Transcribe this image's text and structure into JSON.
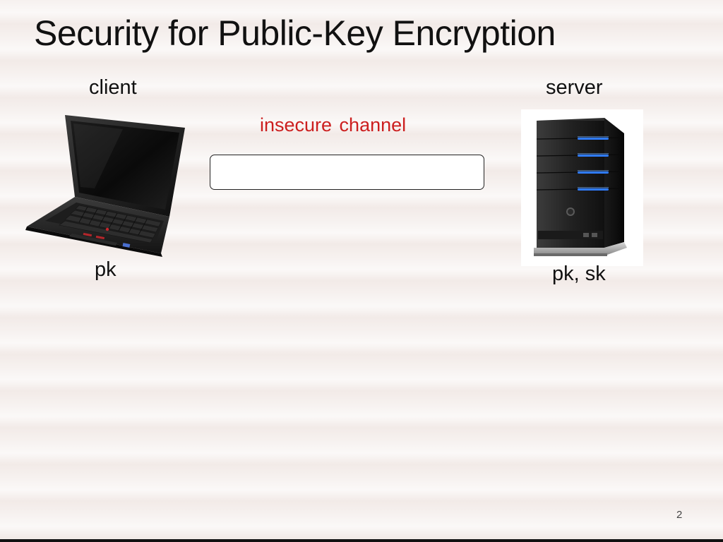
{
  "slide": {
    "title": "Security for Public-Key Encryption",
    "client_label": "client",
    "server_label": "server",
    "channel_label": "insecure channel",
    "client_key": "pk",
    "server_keys": "pk, sk",
    "page_number": "2"
  },
  "colors": {
    "channel_label": "#cc1f1f",
    "server_led": "#2f7bff"
  },
  "icons": {
    "client": "laptop-icon",
    "server": "server-tower-icon"
  }
}
